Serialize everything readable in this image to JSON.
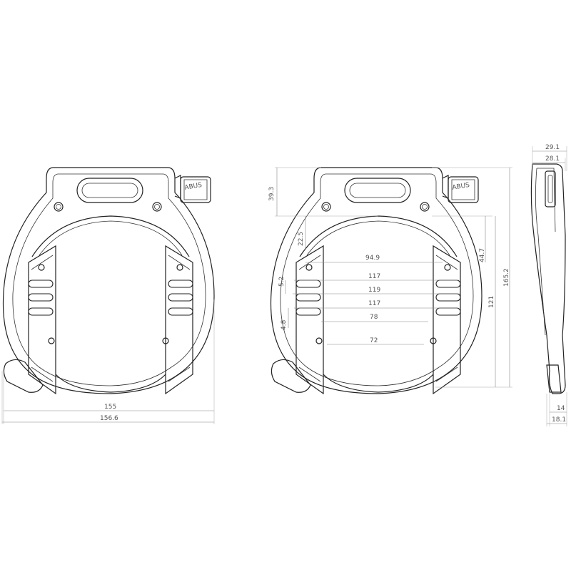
{
  "colors": {
    "outline": "#222222",
    "dimension": "#888888",
    "text": "#555555",
    "background": "#ffffff"
  },
  "brand": "ABUS",
  "front_view": {
    "dims": {
      "width_inner": "155",
      "width_outer": "156.6"
    }
  },
  "dimensioned_view": {
    "dims": {
      "top_height": "39.3",
      "upper_gap": "22.5",
      "arc_width": "94.9",
      "right_small": "44.7",
      "w117_a": "117",
      "w119": "119",
      "w117_b": "117",
      "w78": "78",
      "w72": "72",
      "small_52": "5.2",
      "small_48": "4.8",
      "h121": "121",
      "h165": "165.2"
    }
  },
  "side_view": {
    "dims": {
      "top_outer": "29.1",
      "top_inner": "28.1",
      "bottom_inner": "14",
      "bottom_outer": "18.1"
    }
  }
}
